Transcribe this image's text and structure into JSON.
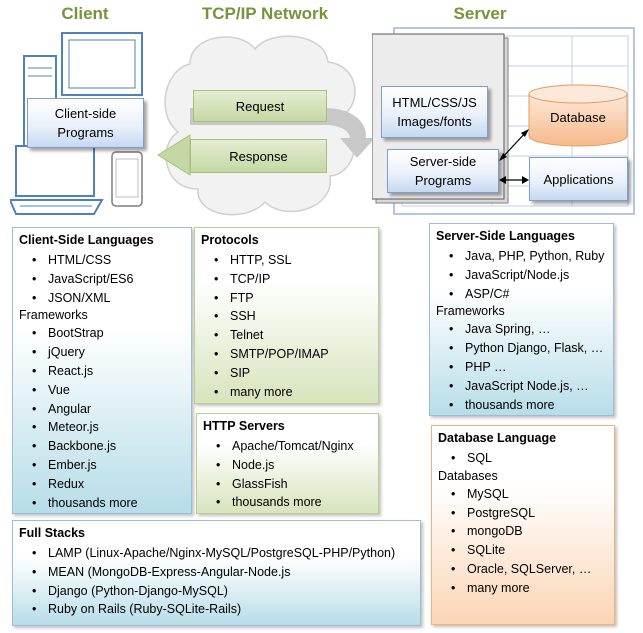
{
  "headers": {
    "client": "Client",
    "network": "TCP/IP Network",
    "server": "Server"
  },
  "diagram": {
    "client_programs": "Client-side Programs",
    "request": "Request",
    "response": "Response",
    "html_css_js": "HTML/CSS/JS Images/fonts",
    "server_programs": "Server-side Programs",
    "database": "Database",
    "applications": "Applications"
  },
  "client_langs": {
    "title": "Client-Side Languages",
    "items": [
      "HTML/CSS",
      "JavaScript/ES6",
      "JSON/XML"
    ],
    "frameworks_label": "Frameworks",
    "frameworks": [
      "BootStrap",
      "jQuery",
      "React.js",
      "Vue",
      "Angular",
      "Meteor.js",
      "Backbone.js",
      "Ember.js",
      "Redux",
      "thousands more"
    ]
  },
  "protocols": {
    "title": "Protocols",
    "items": [
      "HTTP, SSL",
      "TCP/IP",
      "FTP",
      "SSH",
      "Telnet",
      "SMTP/POP/IMAP",
      "SIP",
      "many more"
    ]
  },
  "http_servers": {
    "title": "HTTP Servers",
    "items": [
      "Apache/Tomcat/Nginx",
      "Node.js",
      "GlassFish",
      "thousands more"
    ]
  },
  "server_langs": {
    "title": "Server-Side Languages",
    "items": [
      "Java, PHP, Python, Ruby",
      "JavaScript/Node.js",
      "ASP/C#"
    ],
    "frameworks_label": "Frameworks",
    "frameworks": [
      "Java Spring, …",
      "Python Django, Flask, …",
      "PHP …",
      "JavaScript Node.js, …",
      "thousands more"
    ]
  },
  "db_lang": {
    "title": "Database Language",
    "items": [
      "SQL"
    ],
    "databases_label": "Databases",
    "databases": [
      "MySQL",
      "PostgreSQL",
      "mongoDB",
      "SQLite",
      "Oracle, SQLServer, …",
      "many more"
    ]
  },
  "full_stacks": {
    "title": "Full Stacks",
    "items": [
      "LAMP (Linux-Apache/Nginx-MySQL/PostgreSQL-PHP/Python)",
      "MEAN (MongoDB-Express-Angular-Node.js",
      "Django (Python-Django-MySQL)",
      "Ruby on Rails (Ruby-SQLite-Rails)"
    ]
  }
}
